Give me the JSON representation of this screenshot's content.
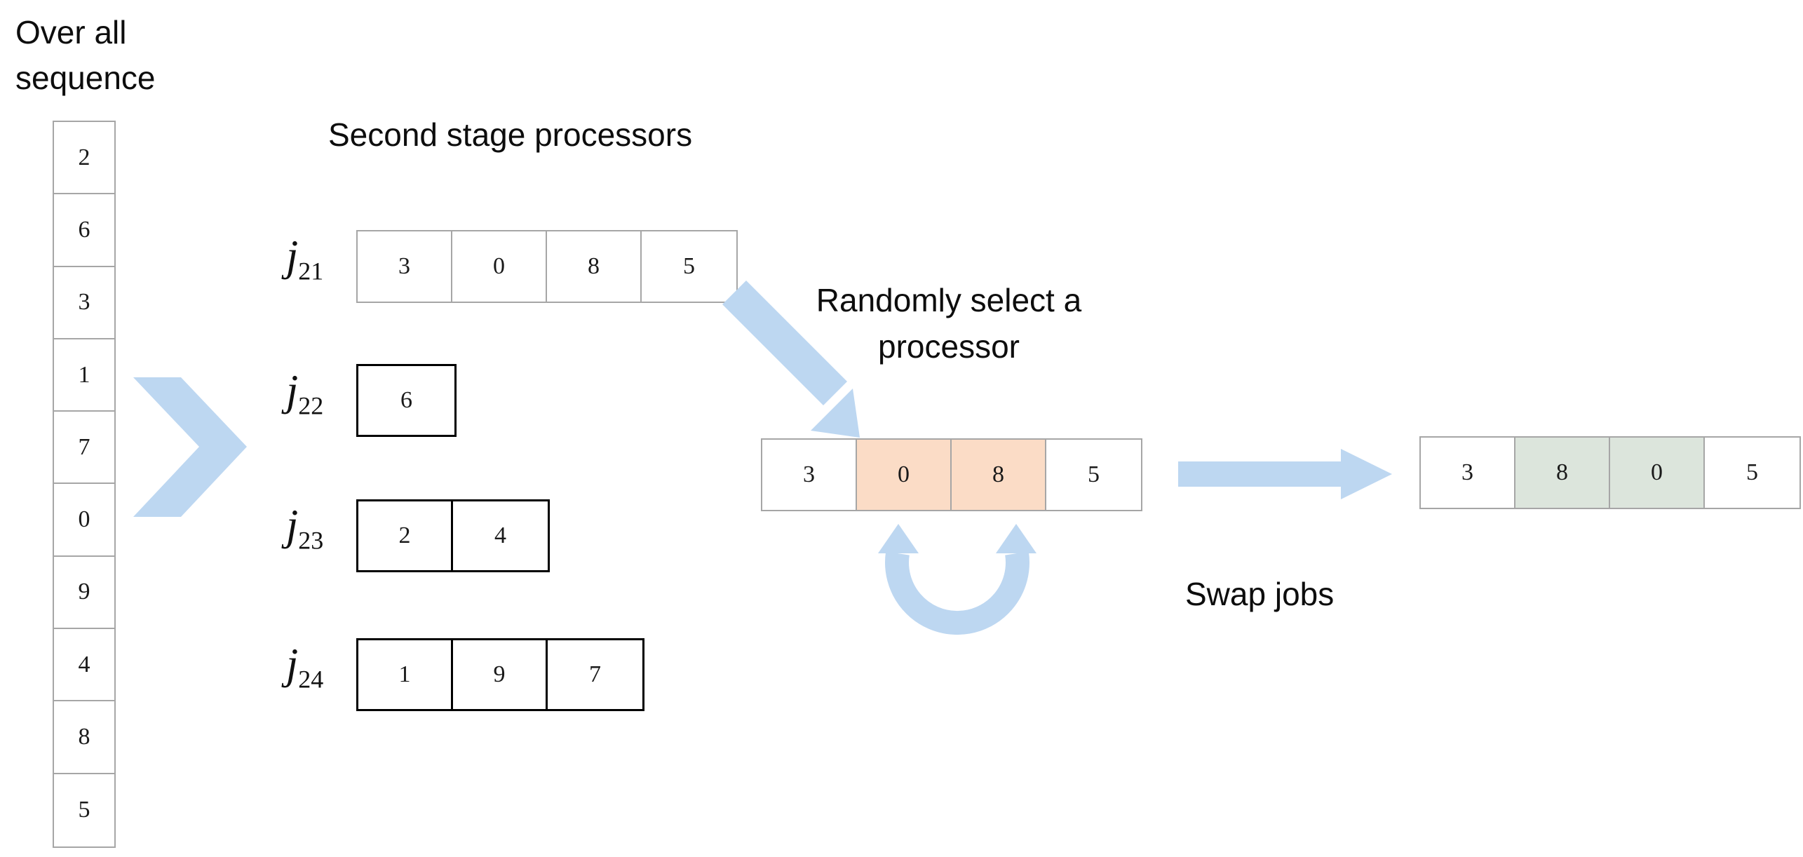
{
  "labels": {
    "overall_sequence": "Over all sequence",
    "second_stage_processors": "Second stage processors",
    "randomly_select": "Randomly select a processor",
    "swap_jobs": "Swap jobs"
  },
  "colors": {
    "arrow_blue": "#bdd7f1",
    "highlight_peach": "#fbdcc6",
    "highlight_green": "#dce5dc",
    "border_gray": "#a6a6a6",
    "border_black": "#000000",
    "text": "#0d0d0d"
  },
  "overall_sequence": {
    "name": "overall-sequence-column",
    "orientation": "vertical",
    "values": [
      "2",
      "6",
      "3",
      "1",
      "7",
      "0",
      "9",
      "4",
      "8",
      "5"
    ]
  },
  "processors": [
    {
      "id": "j21",
      "label_base": "j",
      "label_sub": "21",
      "border": "gray",
      "jobs": [
        "3",
        "0",
        "8",
        "5"
      ]
    },
    {
      "id": "j22",
      "label_base": "j",
      "label_sub": "22",
      "border": "black",
      "jobs": [
        "6"
      ]
    },
    {
      "id": "j23",
      "label_base": "j",
      "label_sub": "23",
      "border": "black",
      "jobs": [
        "2",
        "4"
      ]
    },
    {
      "id": "j24",
      "label_base": "j",
      "label_sub": "24",
      "border": "black",
      "jobs": [
        "1",
        "9",
        "7"
      ]
    }
  ],
  "selected_row": {
    "name": "selected-processor-row",
    "jobs": [
      "3",
      "0",
      "8",
      "5"
    ],
    "highlighted_indices": [
      1,
      2
    ],
    "highlight_color": "#fbdcc6"
  },
  "result_row": {
    "name": "swapped-result-row",
    "jobs": [
      "3",
      "8",
      "0",
      "5"
    ],
    "highlighted_indices": [
      1,
      2
    ],
    "highlight_color": "#dce5dc"
  },
  "arrows": [
    {
      "name": "chevron-arrow",
      "direction": "right",
      "color": "#bdd7f1"
    },
    {
      "name": "diagonal-arrow",
      "direction": "down-right",
      "color": "#bdd7f1"
    },
    {
      "name": "circular-arrow",
      "direction": "swap-loop",
      "color": "#bdd7f1"
    },
    {
      "name": "horizontal-arrow",
      "direction": "right",
      "color": "#bdd7f1"
    }
  ]
}
